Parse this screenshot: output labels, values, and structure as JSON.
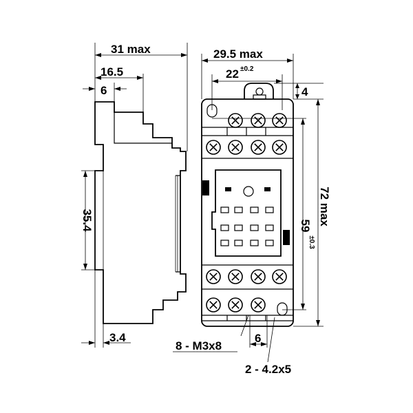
{
  "dimensions": {
    "side_overall_width": "31 max",
    "side_top_offset": "16.5",
    "side_small_offset": "6",
    "side_rail_height": "35.4",
    "side_foot_width": "3.4",
    "front_overall_width": "29.5 max",
    "front_hole_spacing": "22",
    "front_hole_spacing_tol": "±0.2",
    "front_top_offset": "4",
    "front_overall_height": "72 max",
    "front_hole_vertical": "59",
    "front_hole_vertical_tol": "±0.3",
    "front_bottom_offset": "6"
  },
  "callouts": {
    "screws": "8 - M3x8",
    "mounting_holes": "2 - 4.2x5"
  }
}
